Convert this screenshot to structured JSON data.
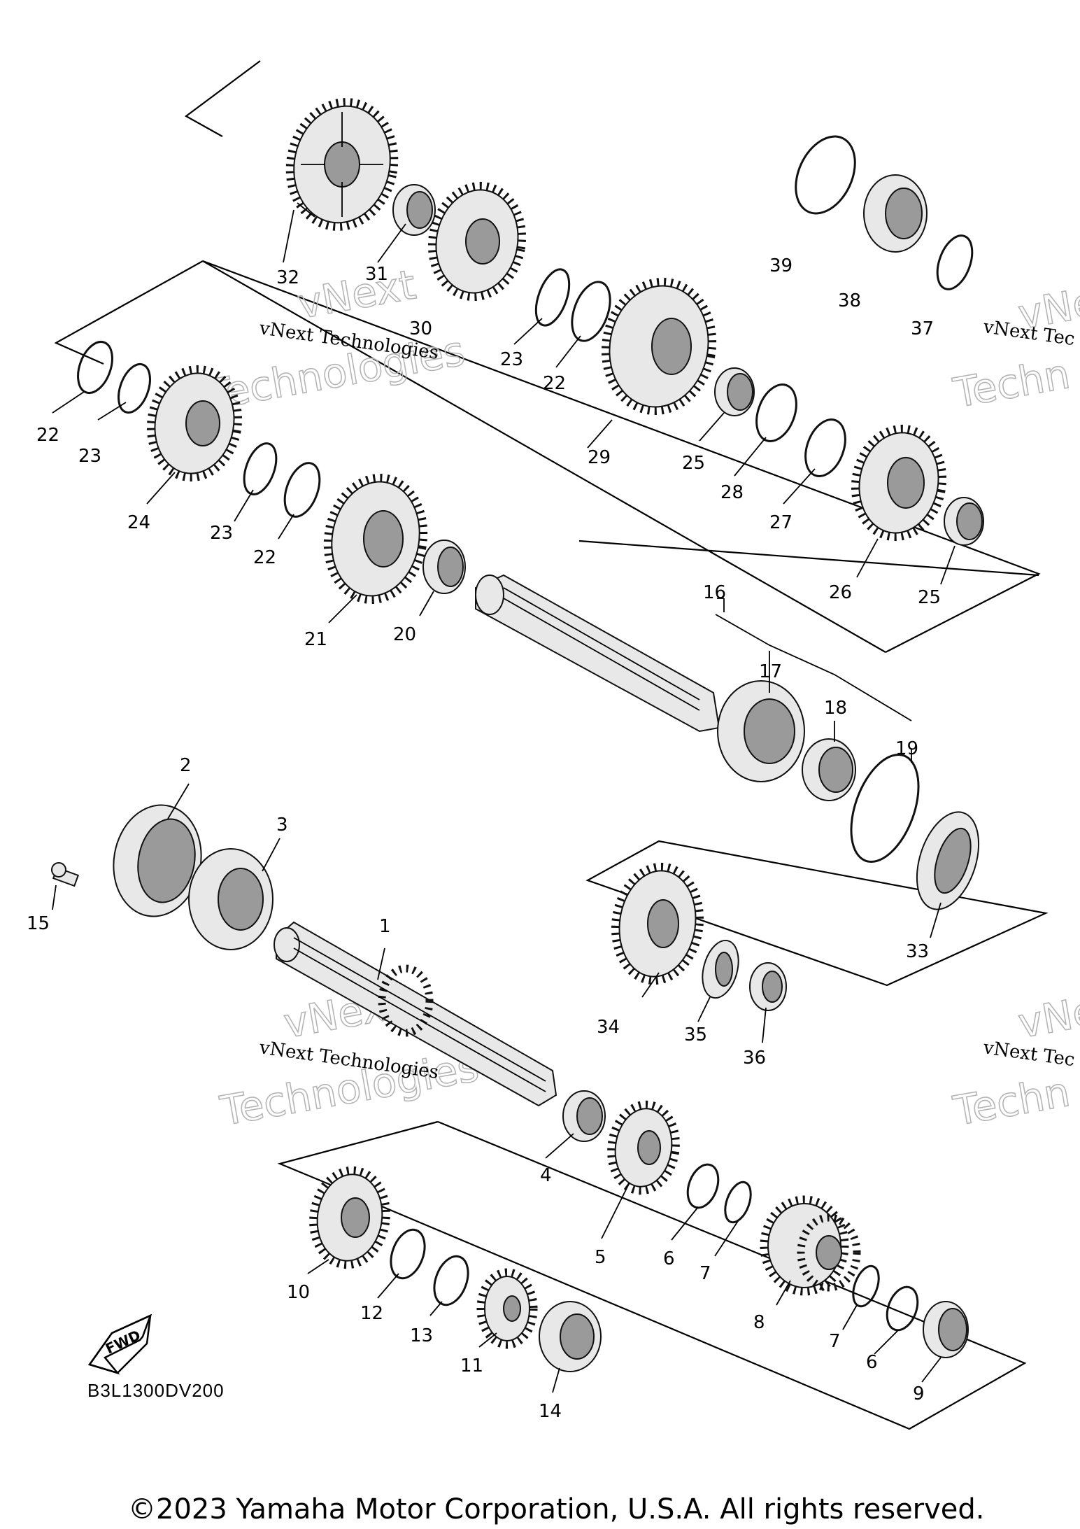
{
  "diagram": {
    "code": "B3L1300DV200",
    "fwd_label": "FWD",
    "copyright": "©2023 Yamaha Motor Corporation, U.S.A. All rights reserved.",
    "watermark": {
      "line1": "vNext Technologies",
      "line2": "vNext",
      "line3": "Technologies",
      "edge1": "vNext Tec",
      "edge2": "vNe",
      "edge3": "Techn"
    },
    "callouts": {
      "c1": "1",
      "c2": "2",
      "c3": "3",
      "c4": "4",
      "c5": "5",
      "c6a": "6",
      "c6b": "6",
      "c7a": "7",
      "c7b": "7",
      "c8": "8",
      "c9": "9",
      "c10": "10",
      "c11": "11",
      "c12": "12",
      "c13": "13",
      "c14": "14",
      "c15": "15",
      "c16": "16",
      "c17": "17",
      "c18": "18",
      "c19": "19",
      "c20": "20",
      "c21": "21",
      "c22a": "22",
      "c22b": "22",
      "c22c": "22",
      "c23a": "23",
      "c23b": "23",
      "c23c": "23",
      "c24": "24",
      "c25a": "25",
      "c25b": "25",
      "c26": "26",
      "c27": "27",
      "c28": "28",
      "c29": "29",
      "c30": "30",
      "c31": "31",
      "c32": "32",
      "c33": "33",
      "c34": "34",
      "c35": "35",
      "c36": "36",
      "c37": "37",
      "c38": "38",
      "c39": "39"
    }
  }
}
